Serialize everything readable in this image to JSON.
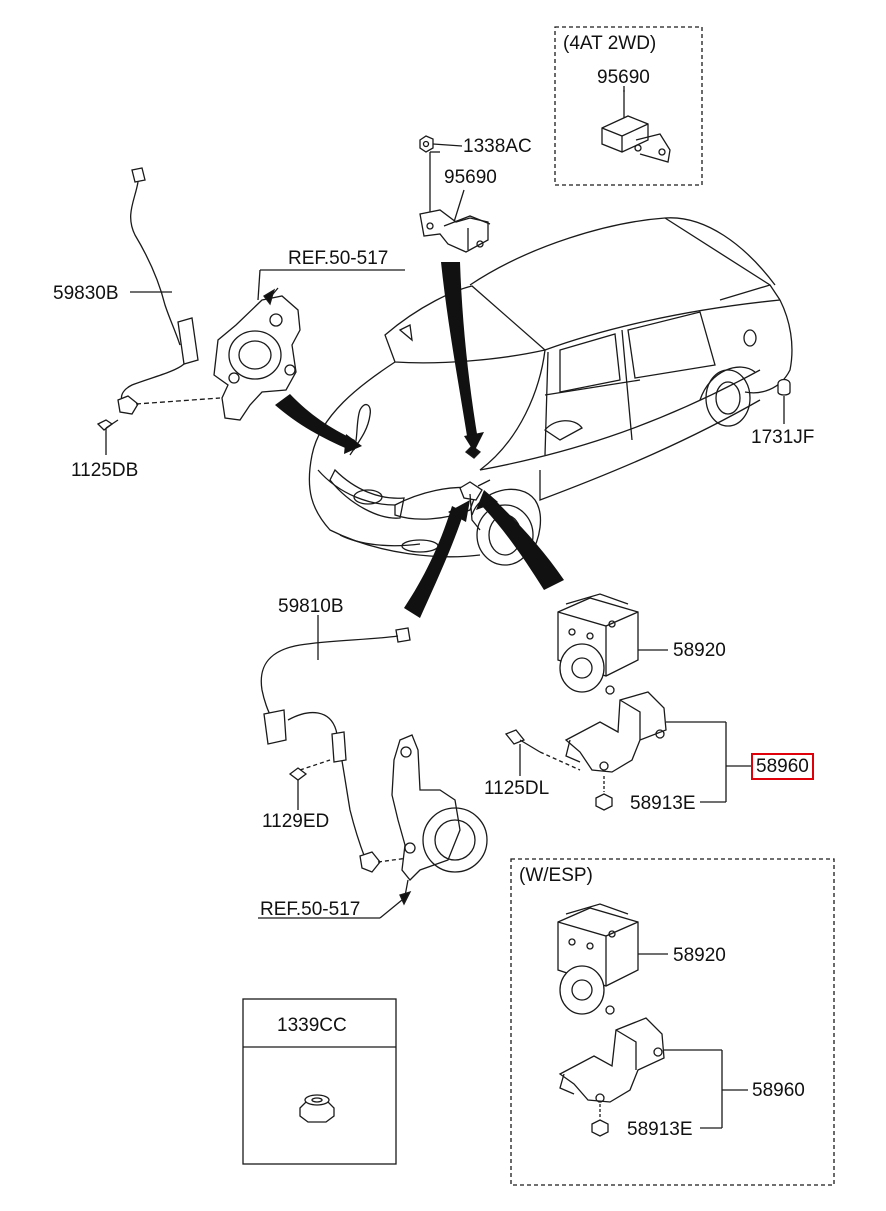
{
  "labels": {
    "p_95690_4at": "95690",
    "p_1338ac": "1338AC",
    "p_95690": "95690",
    "p_59830b": "59830B",
    "ref_top": "REF.50-517",
    "p_1125db": "1125DB",
    "p_1731jf": "1731JF",
    "p_59810b": "59810B",
    "p_58920": "58920",
    "p_1125dl": "1125DL",
    "p_58960": "58960",
    "p_58913e": "58913E",
    "p_1129ed": "1129ED",
    "ref_bottom": "REF.50-517",
    "p_58920_esp": "58920",
    "p_58960_esp": "58960",
    "p_58913e_esp": "58913E",
    "p_1339cc": "1339CC"
  },
  "boxes": {
    "box_4at_title": "(4AT 2WD)",
    "box_esp_title": "(W/ESP)"
  },
  "colors": {
    "line": "#1a1a1a",
    "highlight": "#e0000a",
    "arrow_fill": "#111111"
  }
}
